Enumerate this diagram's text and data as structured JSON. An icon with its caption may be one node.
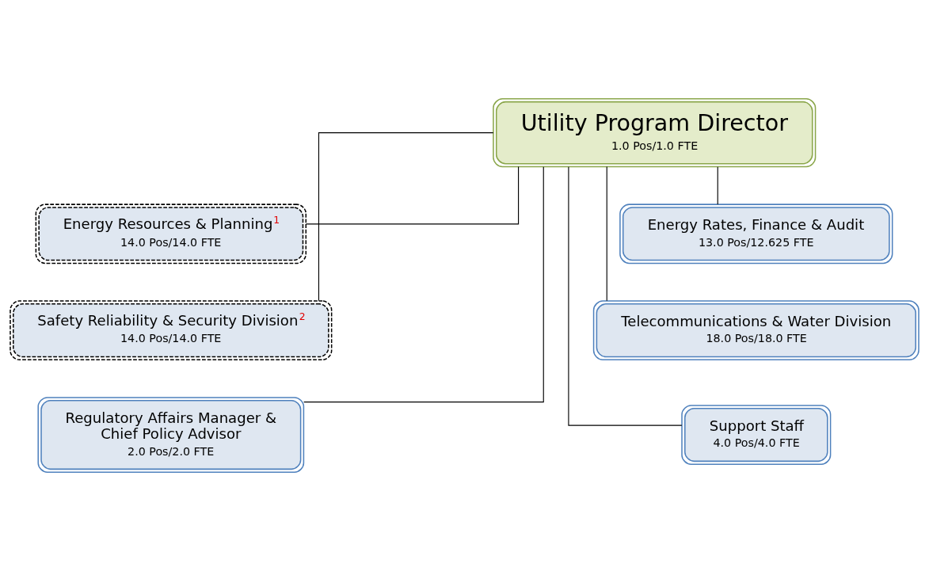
{
  "diagram": {
    "nodes": [
      {
        "text": [
          "Utility Program Director",
          "1.0 Pos/1.0 FTE"
        ]
      },
      {
        "text": [
          "Energy Resources & Planning$^{1}$",
          "14.0 Pos/14.0 FTE"
        ]
      },
      {
        "text": [
          "Energy Rates, Finance & Audit",
          "13.0 Pos/12.625 FTE"
        ]
      },
      {
        "text": [
          "Safety Reliability & Security Division$^{2}$",
          "14.0 Pos/14.0 FTE"
        ]
      },
      {
        "text": [
          "Telecommunications & Water Division",
          "18.0 Pos/18.0 FTE"
        ]
      },
      {
        "text": [
          "Regulatory Affairs Manager & Chief Policy Advisor",
          "2.0 Pos/2.0 FTE"
        ]
      },
      {
        "text": [
          "Support Staff",
          "4.0 Pos/4.0 FTE"
        ]
      }
    ],
    "edges": [
      {
        "from": 0,
        "to": 1,
        "arrow": "none"
      },
      {
        "from": 0,
        "to": 2,
        "arrow": "none"
      },
      {
        "from": 0,
        "to": 3,
        "arrow": "none"
      },
      {
        "from": 0,
        "to": 4,
        "arrow": "none"
      },
      {
        "from": 0,
        "to": 5,
        "arrow": "none"
      },
      {
        "from": 0,
        "to": 6,
        "arrow": "none"
      }
    ]
  }
}
